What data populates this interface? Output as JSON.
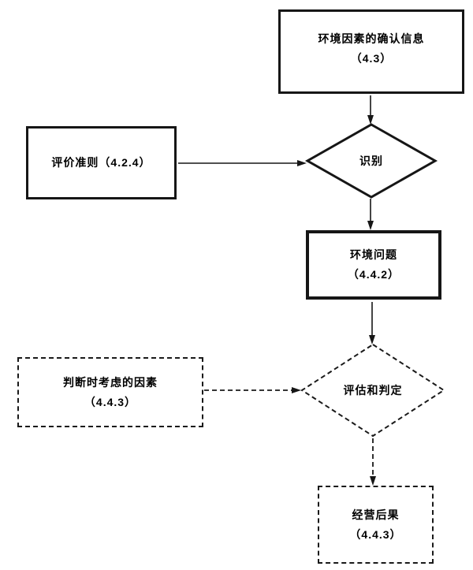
{
  "nodes": {
    "confirm_info": {
      "line1": "环境因素的确认信息",
      "line2": "（4.3）"
    },
    "criteria": {
      "label": "评价准则（4.2.4）"
    },
    "identify": {
      "label": "识别"
    },
    "env_issue": {
      "line1": "环境问题",
      "line2": "（4.4.2）"
    },
    "judgment_factors": {
      "line1": "判断时考虑的因素",
      "line2": "（4.4.3）"
    },
    "evaluate": {
      "label": "评估和判定"
    },
    "consequence": {
      "line1": "经营后果",
      "line2": "（4.4.3）"
    }
  },
  "colors": {
    "line": "#161616",
    "text": "#000000",
    "background": "#ffffff"
  }
}
